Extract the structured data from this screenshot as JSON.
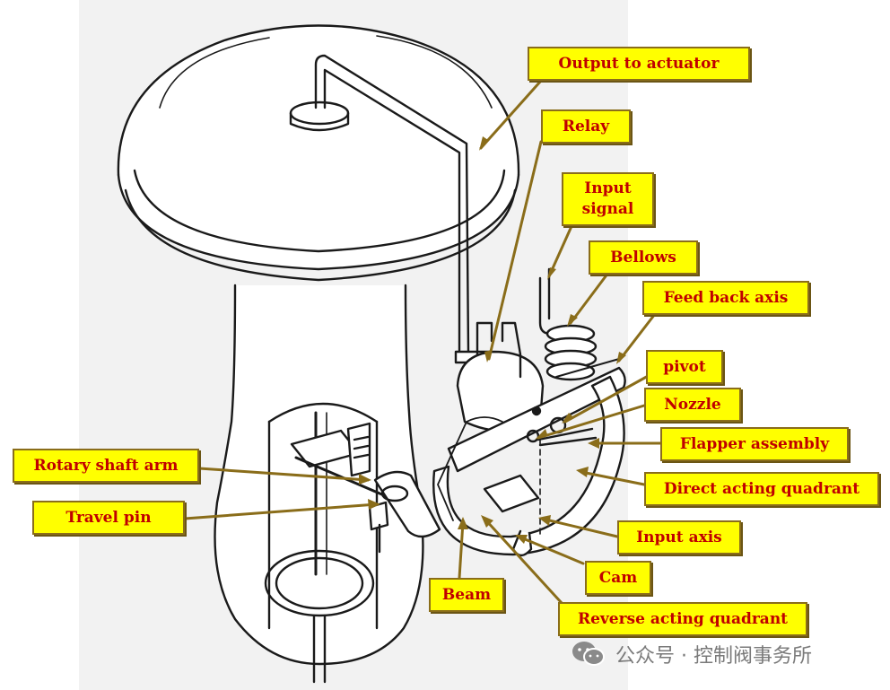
{
  "labels": {
    "output_to_actuator": "Output to actuator",
    "relay": "Relay",
    "input_signal_line1": "Input",
    "input_signal_line2": "signal",
    "bellows": "Bellows",
    "feed_back_axis": "Feed back axis",
    "pivot": "pivot",
    "nozzle": "Nozzle",
    "flapper_assembly": "Flapper assembly",
    "direct_acting_quadrant": "Direct acting quadrant",
    "input_axis": "Input axis",
    "cam": "Cam",
    "reverse_acting_quadrant": "Reverse acting quadrant",
    "beam": "Beam",
    "rotary_shaft_arm": "Rotary shaft arm",
    "travel_pin": "Travel pin"
  },
  "watermark": {
    "text": "公众号 · 控制阀事务所",
    "icon": "wechat-icon"
  },
  "colors": {
    "label_fill": "#ffff00",
    "label_text": "#c00000",
    "label_border": "#8a6d1a",
    "leader_line": "#8a6d1a",
    "drawing_stroke": "#1a1a1a",
    "background_panel": "#f2f2f2"
  }
}
